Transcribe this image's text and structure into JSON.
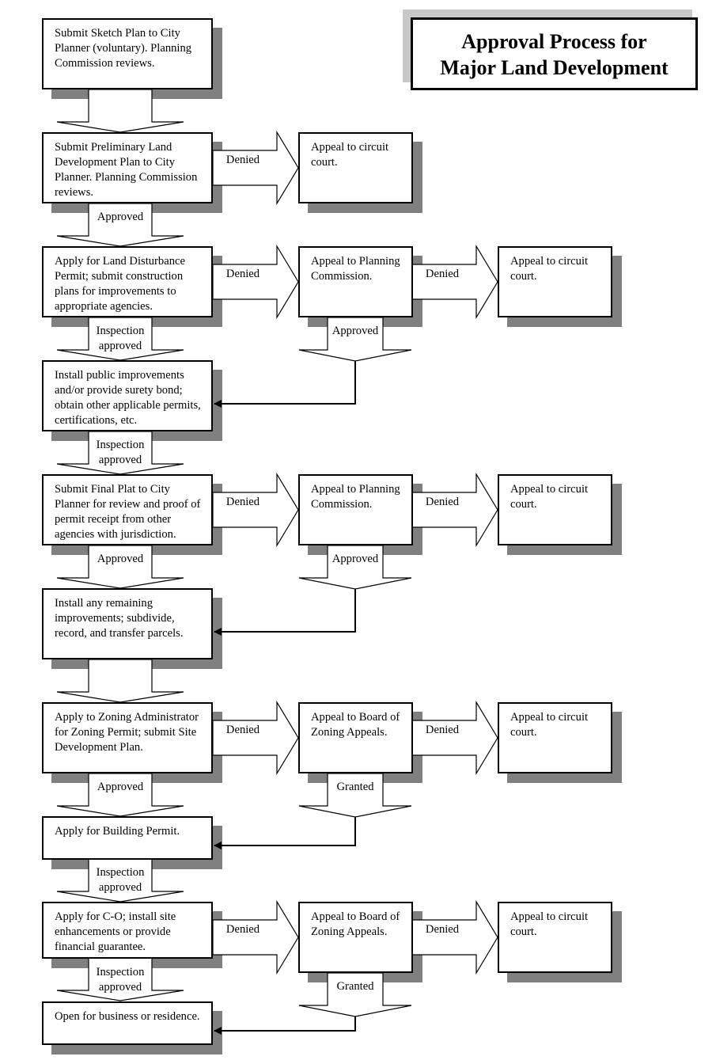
{
  "title": {
    "line1": "Approval Process for",
    "line2": "Major Land Development"
  },
  "boxes": {
    "sketch": "Submit Sketch Plan to City Planner (voluntary). Planning Commission reviews.",
    "prelim": "Submit Preliminary Land Development Plan to City Planner.  Planning Commission reviews.",
    "prelim_appeal": "Appeal to circuit court.",
    "disturb": "Apply for Land Disturbance Permit; submit construction plans for improvements to appropriate agencies.",
    "disturb_appeal_pc": "Appeal to Planning Commission.",
    "disturb_appeal_cc": "Appeal to circuit court.",
    "install_public": "Install public improvements and/or provide surety bond; obtain other applicable permits, certifications, etc.",
    "final_plat": "Submit Final Plat to City Planner for review and proof of permit receipt from other agencies with jurisdiction.",
    "final_appeal_pc": "Appeal to Planning Commission.",
    "final_appeal_cc": "Appeal to circuit court.",
    "install_remaining": "Install any remaining improvements; subdivide, record, and transfer parcels.",
    "zoning": "Apply to Zoning Administrator for Zoning Permit; submit Site Development Plan.",
    "zoning_appeal_bza": "Appeal to Board of Zoning Appeals.",
    "zoning_appeal_cc": "Appeal to circuit court.",
    "building": "Apply for Building Permit.",
    "co": "Apply for C-O; install site enhancements or provide financial guarantee.",
    "co_appeal_bza": "Appeal to Board of Zoning Appeals.",
    "co_appeal_cc": "Appeal to circuit court.",
    "open": "Open for business or residence."
  },
  "labels": {
    "approved": "Approved",
    "denied": "Denied",
    "granted": "Granted",
    "inspection": "Inspection",
    "inspection_approved": "approved"
  }
}
